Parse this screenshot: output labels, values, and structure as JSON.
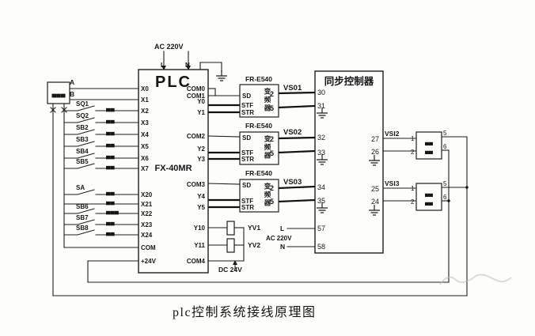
{
  "caption": "plc控制系统接线原理图",
  "left_encoder": {
    "label": "▄▄▄",
    "phase_a": "A",
    "phase_b": "B"
  },
  "plc": {
    "title": "PLC",
    "model": "FX-40MR",
    "power_label": "AC 220V",
    "line": "L",
    "neutral": "N",
    "left_pins": [
      "X0",
      "X1",
      "X2",
      "X3",
      "X4",
      "X5",
      "X6",
      "X7",
      "X20",
      "X21",
      "X22",
      "X23",
      "X24",
      "COM",
      "+24V"
    ],
    "right_pins": [
      "COM0",
      "COM1",
      "Y0",
      "Y1",
      "COM2",
      "Y2",
      "Y3",
      "COM3",
      "Y4",
      "Y5",
      "Y10",
      "Y11",
      "COM4"
    ]
  },
  "input_rows": [
    {
      "name": "SQ1",
      "tag": "▄▄"
    },
    {
      "name": "SQ2",
      "tag": "▄▄"
    },
    {
      "name": "SB2",
      "tag": "▄▄"
    },
    {
      "name": "SB3",
      "tag": "▄▄"
    },
    {
      "name": "SB4",
      "tag": "▄▄"
    },
    {
      "name": "SB5",
      "tag": "▄▄"
    },
    {
      "name": "SA",
      "tag": "▄▄"
    },
    {
      "name": "",
      "tag": "▄▄"
    },
    {
      "name": "SB6",
      "tag": "▄▄▄"
    },
    {
      "name": "SB7",
      "tag": "▄▄"
    },
    {
      "name": "SB8",
      "tag": "▄▄"
    }
  ],
  "inverters": [
    {
      "title": "FR-E540",
      "sd": "SD",
      "stf": "STF",
      "str": "STR",
      "device": "变频器",
      "pin2": "2",
      "pin5": "5",
      "signal": "VS01"
    },
    {
      "title": "FR-E540",
      "sd": "SD",
      "stf": "STF",
      "str": "STR",
      "device": "变频器",
      "pin2": "2",
      "pin5": "5",
      "signal": "VS02"
    },
    {
      "title": "FR-E540",
      "sd": "SD",
      "stf": "STF",
      "str": "STR",
      "device": "变频器",
      "pin2": "2",
      "pin5": "5",
      "signal": "VS03"
    }
  ],
  "controller": {
    "title": "同步控制器",
    "left_terminals": [
      "30",
      "31",
      "32",
      "33",
      "34",
      "35",
      "57",
      "58"
    ],
    "right_terminals": [
      {
        "num": "27",
        "label": "VSI2"
      },
      {
        "num": "26",
        "label": ""
      },
      {
        "num": "25",
        "label": "VSI3"
      },
      {
        "num": "24",
        "label": ""
      }
    ],
    "line": "L",
    "neutral": "N",
    "power_label": "AC 220V"
  },
  "encoders": [
    {
      "pin1": "1",
      "pin2": "2",
      "pin5": "5",
      "pin6": "6",
      "line1": "▄▄",
      "line2": "▄▄"
    },
    {
      "pin1": "1",
      "pin2": "2",
      "pin5": "5",
      "pin6": "6",
      "line1": "▄▄",
      "line2": "▄▄"
    }
  ],
  "valves": {
    "yv1": "YV1",
    "yv2": "YV2",
    "supply": "DC 24V"
  }
}
